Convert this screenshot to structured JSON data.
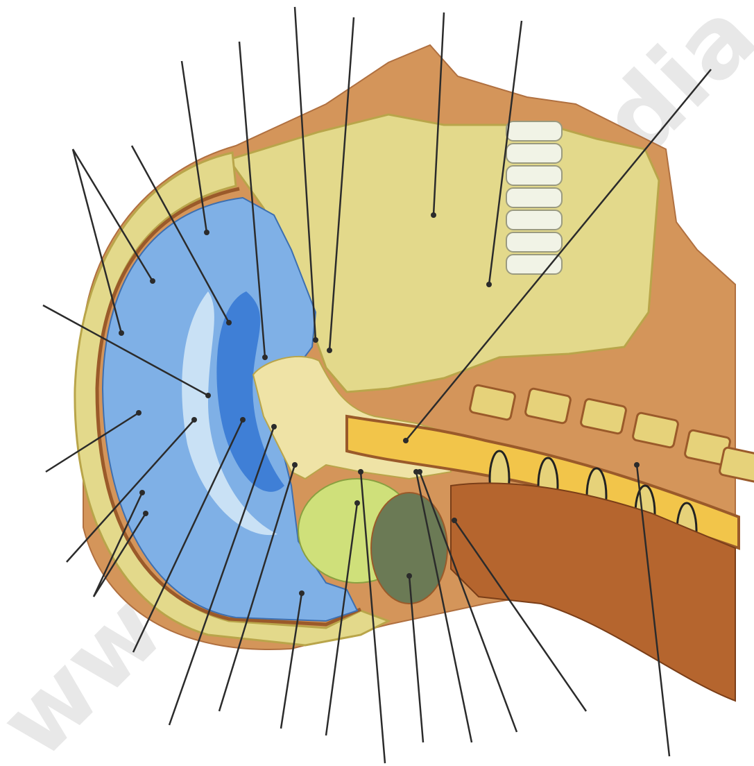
{
  "watermark": {
    "text": "www.escuelapedia.es",
    "color": "#e8e8e8"
  },
  "colors": {
    "skin": "#d4955a",
    "bone": "#e3d98b",
    "bone_dark": "#b9a54a",
    "brain": "#7fb0e6",
    "brain_light": "#c9e1f5",
    "ventricle": "#3f7fd6",
    "cerebellum": "#cfe07a",
    "dura": "#9a5a2a",
    "muscle": "#b5652e",
    "spinal_cord": "#f2c54a",
    "vertebra": "#e6d27a",
    "leader_line": "#2b2b2b"
  },
  "icons": [
    "skull-bone",
    "brain-hemisphere",
    "cerebellum",
    "brainstem",
    "spinal-cord",
    "vertebral-column",
    "teeth",
    "neck-muscles"
  ]
}
